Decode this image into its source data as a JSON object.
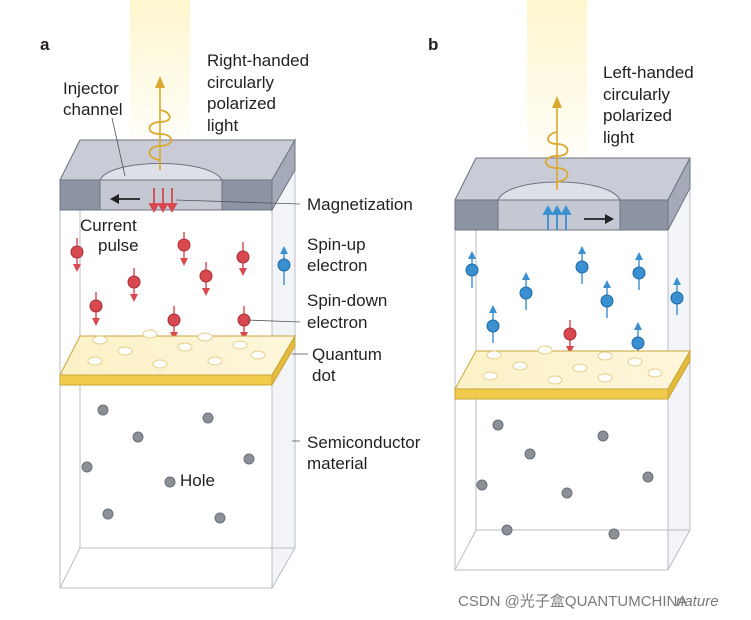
{
  "panel_a": {
    "letter": "a",
    "light_label": [
      "Right-handed",
      "circularly",
      "polarized",
      "light"
    ],
    "injector_label": [
      "Injector",
      "channel"
    ],
    "current_label": [
      "Current",
      "pulse"
    ],
    "magnetization": "Magnetization",
    "spin_up": [
      "Spin-up",
      "electron"
    ],
    "spin_down": [
      "Spin-down",
      "electron"
    ],
    "quantum_dot": [
      "Quantum",
      "dot"
    ],
    "semiconductor": [
      "Semiconductor",
      "material"
    ],
    "hole": "Hole"
  },
  "panel_b": {
    "letter": "b",
    "light_label": [
      "Left-handed",
      "circularly",
      "polarized",
      "light"
    ]
  },
  "watermark": {
    "csdn": "CSDN @光子盒QUANTUMCHINA",
    "nature": "nature"
  },
  "colors": {
    "spin_down": "#d9474f",
    "spin_up": "#3a8fd0",
    "hole": "#8a8f98",
    "injector_top": "#c8ccd6",
    "injector_front": "#9aa1b0",
    "quantum_dot_layer": "#f2d66b",
    "light_glow": "#fff8d8",
    "light_arrow": "#e3b33b"
  }
}
